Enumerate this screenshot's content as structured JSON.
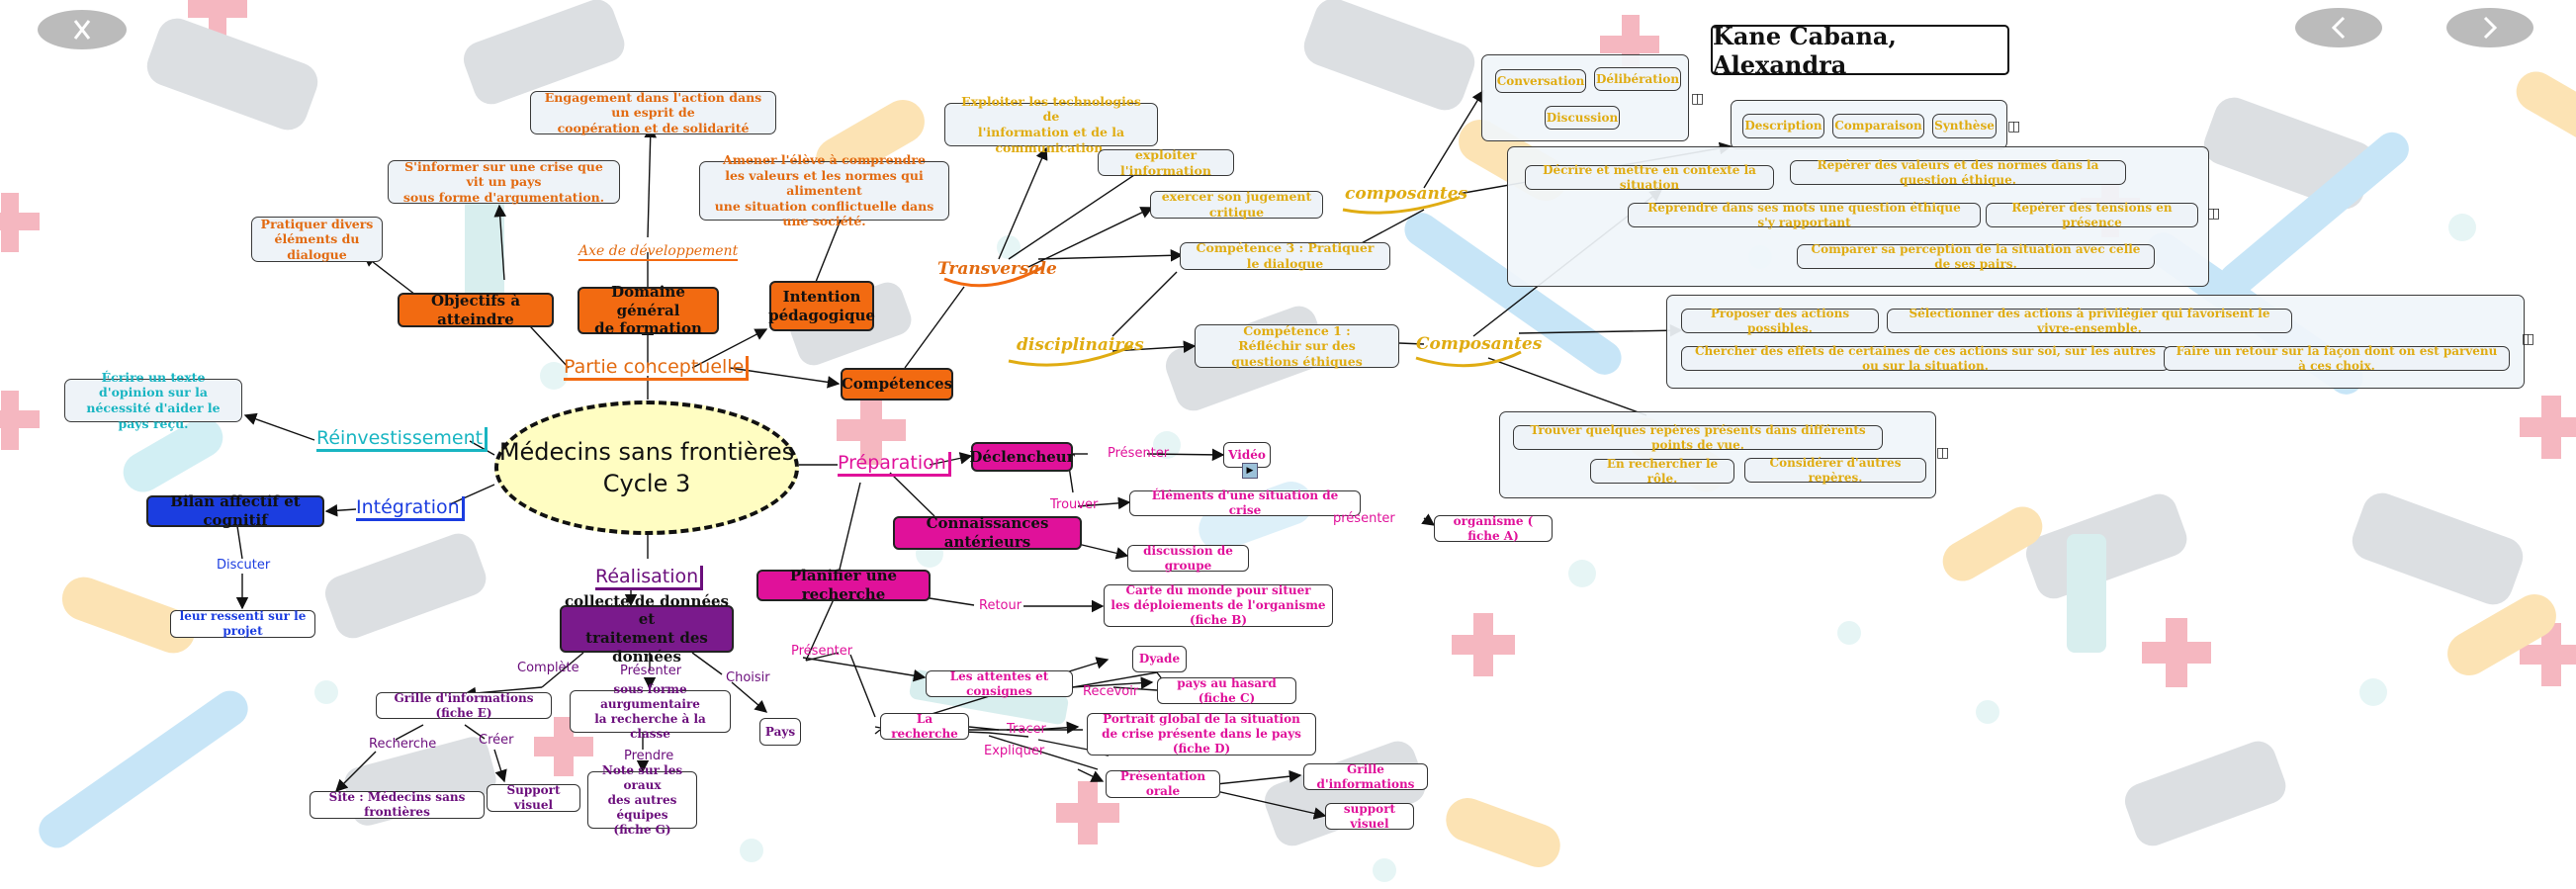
{
  "title": "Kane Cabana, Alexandra",
  "center": "Médecins sans frontières\nCycle 3",
  "colors": {
    "orange": "#f26a11",
    "yellow": "#e0ac12",
    "pink": "#e0119a",
    "teal": "#19b5c2",
    "blue": "#1b3de0",
    "purple": "#6b0e7c"
  },
  "main_branches": {
    "partie": "Partie conceptuelle",
    "reinvestissement": "Réinvestissement",
    "integration": "Intégration",
    "realisation": "Réalisation",
    "preparation": "Préparation"
  },
  "orange": {
    "objectifs": "Objectifs à atteindre",
    "domaine": "Domaine général\nde formation",
    "intention": "Intention\npédagogique",
    "competences": "Compétences",
    "pratiquer": "Pratiquer divers\néléments du dialogue",
    "informer": "S'informer sur une crise que vit un pays\nsous forme d'argumentation.",
    "engagement": "Engagement dans l'action dans un esprit de\ncoopération et de solidarité",
    "axe": "Axe de développement",
    "amener": "Amener l'élève à comprendre\nles valeurs et les normes qui alimentent\nune situation conflictuelle dans une société.",
    "transversale": "Transversale",
    "disciplinaires": "disciplinaires"
  },
  "yellow": {
    "exploiter_tech": "Exploiter les technologies de\nl'information et de la communication.",
    "exploiter_info": "exploiter l'information",
    "exercer": "exercer son jugement critique",
    "comp3": "Compétence 3 : Pratiquer le dialogue",
    "comp1": "Compétence 1 :\nRéfléchir sur des questions éthiques",
    "composantes1": "composantes",
    "composantes2": "Composantes",
    "conversation": "Conversation",
    "deliberation": "Délibération",
    "discussion": "Discussion",
    "description": "Description",
    "comparaison": "Comparaison",
    "synthese": "Synthèse",
    "decrire": "Décrire et mettre en contexte la situation",
    "reperer_valeurs": "Repérer des valeurs et des normes dans la question éthique.",
    "reprendre": "Reprendre dans ses mots une question éthique s'y rapportant",
    "reperer_tensions": "Repérer des tensions en présence",
    "comparer": "Comparer sa perception de la situation avec celle de ses pairs.",
    "proposer": "Proposer des actions possibles.",
    "selectionner": "Sélectionner des actions à privilégier qui favorisent le vivre-ensemble.",
    "chercher": "Chercher des effets de certaines de ces actions sur soi, sur les autres ou sur la situation.",
    "faire_retour": "Faire un retour sur la façon dont on est parvenu à ces choix.",
    "trouver": "Trouver quelques repères présents dans différents points de vue.",
    "role": "En rechercher le rôle.",
    "considerer": "Considérer d'autres repères."
  },
  "teal": {
    "ecrire": "Écrire un texte d'opinion sur la\nnécessité d'aider le pays reçu."
  },
  "blue": {
    "bilan": "Bilan affectif et cognitif",
    "discuter": "Discuter",
    "ressenti": "leur ressenti sur le projet"
  },
  "purple": {
    "collecte": "collecte de données et\ntraitement des données",
    "complete": "Complète",
    "presenter": "Présenter",
    "choisir": "Choisir",
    "grille": "Grille d'informations (fiche E)",
    "sous_forme": "sous forme aurgumentaire\nla recherche à la classe",
    "pays": "Pays",
    "recherche": "Recherche",
    "creer": "Créer",
    "prendre": "Prendre",
    "site": "Site : Médecins sans frontières",
    "support_visuel": "Support visuel",
    "note": "Note sur les oraux\ndes autres équipes\n(fiche G)"
  },
  "pink": {
    "declencheur": "Déclencheur",
    "presenter1": "Présenter",
    "video": "Vidéo",
    "trouver": "Trouver",
    "elements": "Éléments d'une situation de crise",
    "presenter2": "présenter",
    "organisme": "organisme ( fiche A)",
    "connaissances": "Connaissances antérieurs",
    "discussion_groupe": "discussion de groupe",
    "planifier": "Planifier une recherche",
    "retour": "Retour",
    "carte": "Carte du monde pour situer\nles déploiements de l'organisme (fiche B)",
    "presenter3": "Présenter",
    "dyade": "Dyade",
    "attentes": "Les attentes et consignes",
    "recevoir": "Recevoir",
    "pays_hasard": "pays au hasard (fiche C)",
    "la_recherche": "La recherche",
    "tracer": "Tracer",
    "portrait": "Portrait global de la situation\nde crise présente dans le pays (fiche D)",
    "expliquer": "Expliquer",
    "presentation_orale": "Présentation orale",
    "grille_info": "Grille d'informations",
    "support_visuel": "support visuel"
  },
  "nav": {
    "close_icon": "close-icon",
    "prev_icon": "chevron-left-icon",
    "next_icon": "chevron-right-icon",
    "collapse_icon": "collapse-icon"
  }
}
